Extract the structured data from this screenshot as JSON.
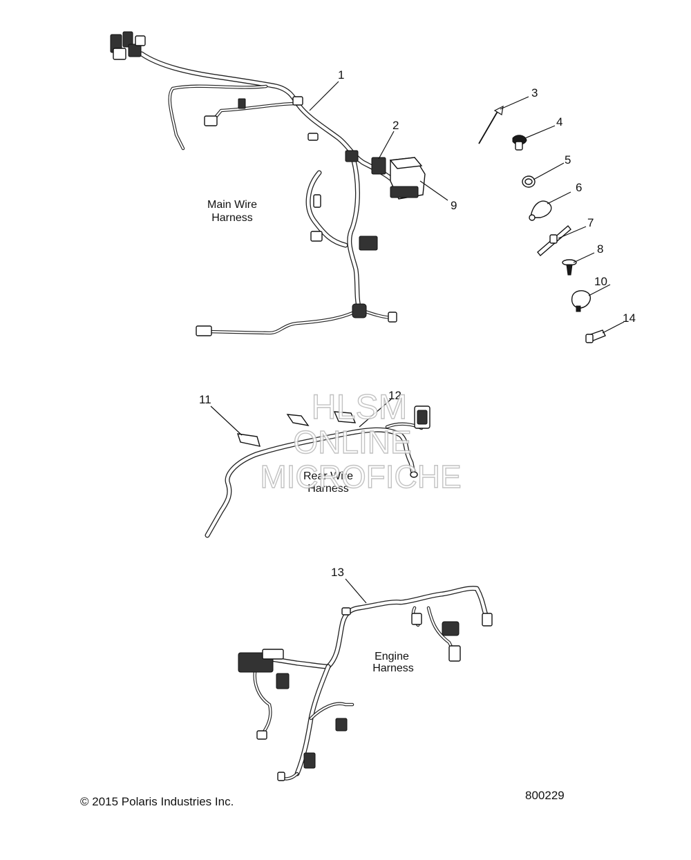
{
  "labels": {
    "main_harness": [
      "Main Wire",
      "Harness"
    ],
    "rear_harness": [
      "Rear Wire",
      "Harness"
    ],
    "engine_harness": [
      "Engine",
      "Harness"
    ]
  },
  "callouts": [
    "1",
    "2",
    "3",
    "4",
    "5",
    "6",
    "7",
    "8",
    "9",
    "10",
    "14",
    "11",
    "12",
    "13"
  ],
  "watermark": [
    "HLSM",
    "ONLINE",
    "MICROFICHE"
  ],
  "footer": {
    "copyright": "© 2015 Polaris Industries Inc.",
    "figure_number": "800229"
  }
}
